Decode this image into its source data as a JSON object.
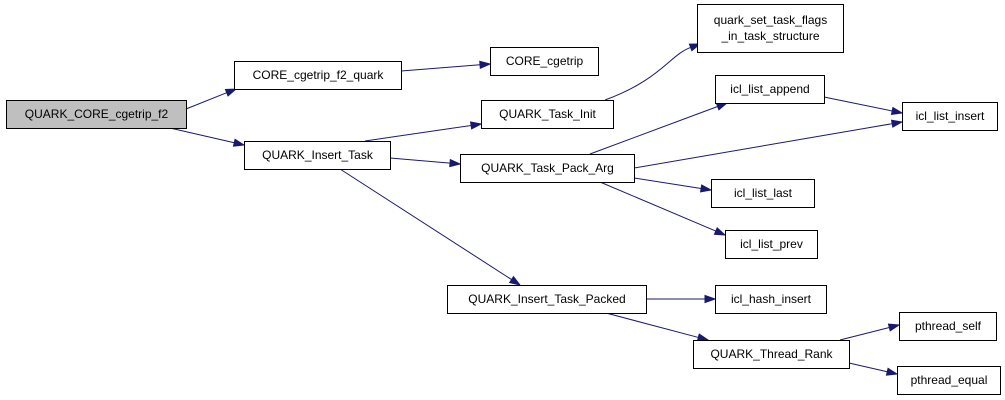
{
  "graph": {
    "edge_color": "#191970",
    "root_fill": "#bfbfbf",
    "nodes": [
      {
        "id": "root",
        "label": "QUARK_CORE_cgetrip_f2"
      },
      {
        "id": "core_quark",
        "label": "CORE_cgetrip_f2_quark"
      },
      {
        "id": "core",
        "label": "CORE_cgetrip"
      },
      {
        "id": "insert_task",
        "label": "QUARK_Insert_Task"
      },
      {
        "id": "task_init",
        "label": "QUARK_Task_Init"
      },
      {
        "id": "set_flags",
        "label": [
          "quark_set_task_flags",
          "_in_task_structure"
        ]
      },
      {
        "id": "pack_arg",
        "label": "QUARK_Task_Pack_Arg"
      },
      {
        "id": "append",
        "label": "icl_list_append"
      },
      {
        "id": "list_insert",
        "label": "icl_list_insert"
      },
      {
        "id": "list_last",
        "label": "icl_list_last"
      },
      {
        "id": "list_prev",
        "label": "icl_list_prev"
      },
      {
        "id": "task_packed",
        "label": "QUARK_Insert_Task_Packed"
      },
      {
        "id": "hash_insert",
        "label": "icl_hash_insert"
      },
      {
        "id": "thread_rank",
        "label": "QUARK_Thread_Rank"
      },
      {
        "id": "pthread_self",
        "label": "pthread_self"
      },
      {
        "id": "pthread_equal",
        "label": "pthread_equal"
      }
    ],
    "edges": [
      {
        "from": "root",
        "to": "core_quark"
      },
      {
        "from": "root",
        "to": "insert_task"
      },
      {
        "from": "core_quark",
        "to": "core"
      },
      {
        "from": "insert_task",
        "to": "task_init"
      },
      {
        "from": "insert_task",
        "to": "pack_arg"
      },
      {
        "from": "insert_task",
        "to": "task_packed"
      },
      {
        "from": "task_init",
        "to": "set_flags"
      },
      {
        "from": "pack_arg",
        "to": "append"
      },
      {
        "from": "pack_arg",
        "to": "list_insert"
      },
      {
        "from": "pack_arg",
        "to": "list_last"
      },
      {
        "from": "pack_arg",
        "to": "list_prev"
      },
      {
        "from": "append",
        "to": "list_insert"
      },
      {
        "from": "task_packed",
        "to": "hash_insert"
      },
      {
        "from": "task_packed",
        "to": "thread_rank"
      },
      {
        "from": "thread_rank",
        "to": "pthread_self"
      },
      {
        "from": "thread_rank",
        "to": "pthread_equal"
      }
    ]
  }
}
